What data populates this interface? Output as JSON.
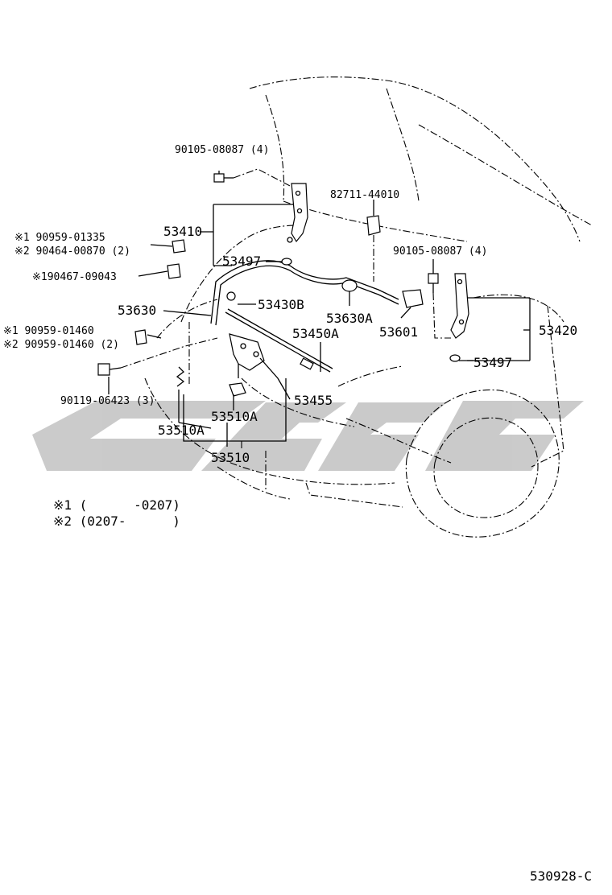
{
  "watermark": {
    "color": "#c8c8c8"
  },
  "callouts": {
    "bolt_hinge_left": "90105-08087 (4)",
    "support_clip": "82711-44010",
    "bolt_hinge_right": "90105-08087 (4)",
    "note1_left_group": "※1 90959-01335",
    "note2_left_group": "※2 90464-00870 (2)",
    "note1_mid_group": "※190467-09043",
    "note1_lower_group": "※1 90959-01460",
    "note2_lower_group": "※2 90959-01460 (2)",
    "bolt_lock": "90119-06423 (3)",
    "p53410": "53410",
    "p53497_left": "53497",
    "p53630": "53630",
    "p53430b": "53430B",
    "p53630a": "53630A",
    "p53450a": "53450A",
    "p53601": "53601",
    "p53420": "53420",
    "p53497_right": "53497",
    "p53455": "53455",
    "p53510a_1": "53510A",
    "p53510a_2": "53510A",
    "p53510": "53510"
  },
  "legend": {
    "line1": "※1 (      -0207)",
    "line2": "※2 (0207-      )"
  },
  "diagram_code": "530928-C"
}
